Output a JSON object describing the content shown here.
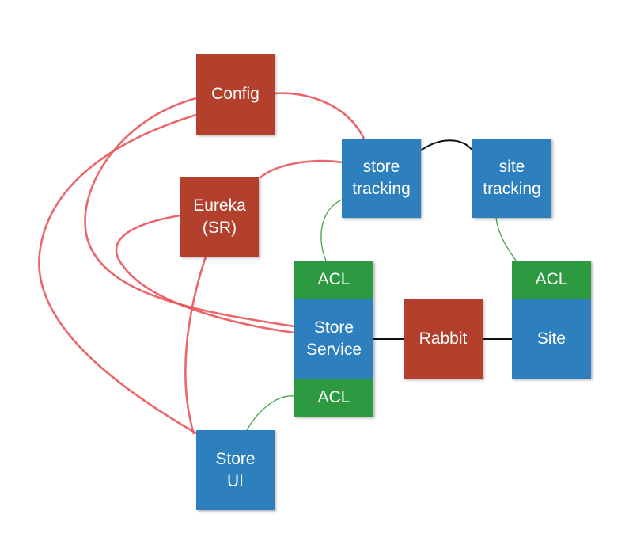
{
  "nodes": {
    "config": "Config",
    "eureka": "Eureka\n(SR)",
    "store_tracking": "store\ntracking",
    "site_tracking": "site\ntracking",
    "acl_store_top": "ACL",
    "store_service": "Store\nService",
    "rabbit": "Rabbit",
    "acl_site": "ACL",
    "site": "Site",
    "acl_store_bottom": "ACL",
    "store_ui": "Store\nUI"
  },
  "colors": {
    "red_node": "#b2402c",
    "blue_node": "#2e7fbe",
    "green_node": "#2d9a42",
    "red_edge": "#e9555a",
    "black_edge": "#111111",
    "green_edge": "#3da54c"
  }
}
